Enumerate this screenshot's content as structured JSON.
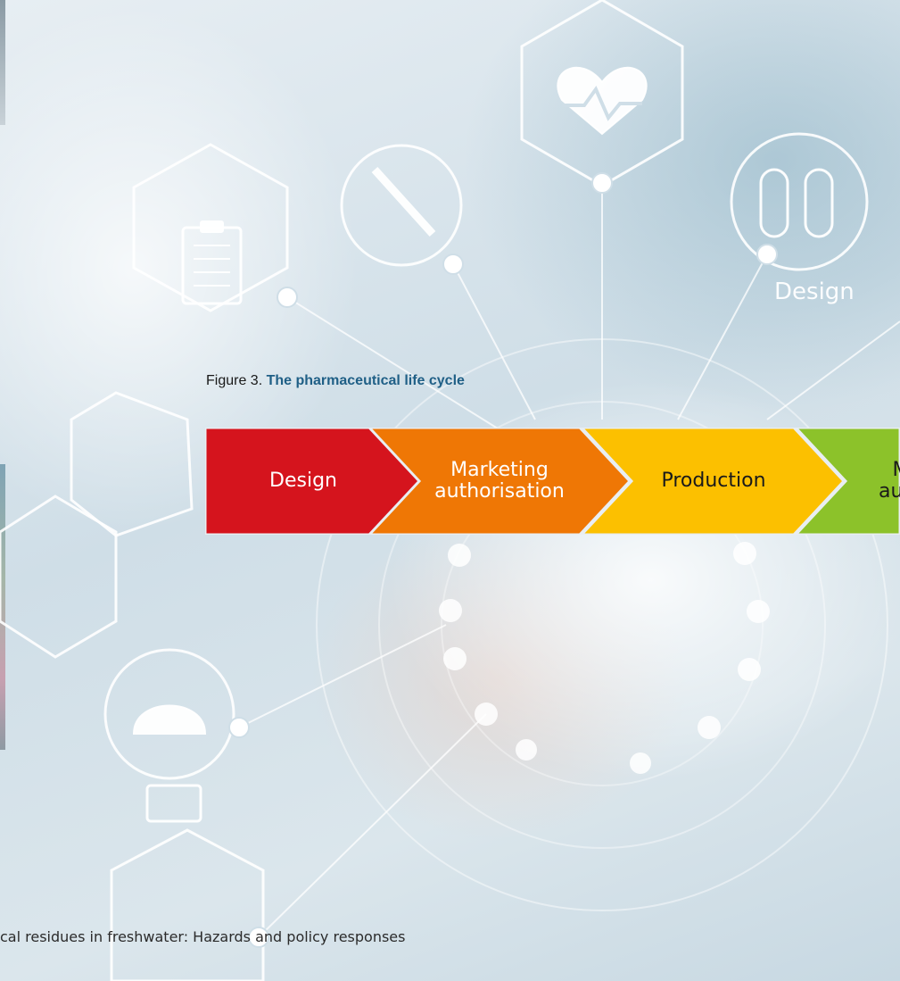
{
  "figure": {
    "number_label": "Figure 3.",
    "title": "The pharmaceutical life cycle",
    "stages": [
      {
        "label": "Design",
        "color": "#d5141d",
        "text_color": "#ffffff"
      },
      {
        "label": "Marketing\nauthorisation",
        "color": "#ef7705",
        "text_color": "#ffffff"
      },
      {
        "label": "Production",
        "color": "#fcc000",
        "text_color": "#1a1a1a"
      },
      {
        "label": "M\nauth",
        "color": "#8cc22a",
        "text_color": "#1a1a1a"
      }
    ]
  },
  "background": {
    "design_label": "Design",
    "icons": [
      "clipboard-icon",
      "syringe-icon",
      "heart-rate-icon",
      "test-tubes-icon",
      "pill-bottle-icon",
      "iv-bag-icon",
      "nurse-cap-icon",
      "monitor-icon"
    ]
  },
  "footer": {
    "running_title": "cal residues in freshwater: Hazards and policy responses"
  }
}
